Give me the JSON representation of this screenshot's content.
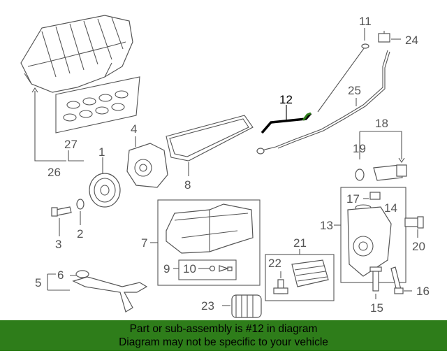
{
  "callouts": {
    "c1": "1",
    "c2": "2",
    "c3": "3",
    "c4": "4",
    "c5": "5",
    "c6": "6",
    "c7": "7",
    "c8": "8",
    "c9": "9",
    "c10": "10",
    "c11": "11",
    "c12": "12",
    "c13": "13",
    "c14": "14",
    "c15": "15",
    "c16": "16",
    "c17": "17",
    "c18": "18",
    "c19": "19",
    "c20": "20",
    "c21": "21",
    "c22": "22",
    "c23": "23",
    "c24": "24",
    "c25": "25",
    "c26": "26",
    "c27": "27"
  },
  "banner": {
    "line1": "Part or sub-assembly is #12 in diagram",
    "line2": "Diagram may not be specific to your vehicle",
    "color": "#2e7d1a"
  },
  "highlight": {
    "part": "12",
    "color": "#2e7d1a"
  }
}
